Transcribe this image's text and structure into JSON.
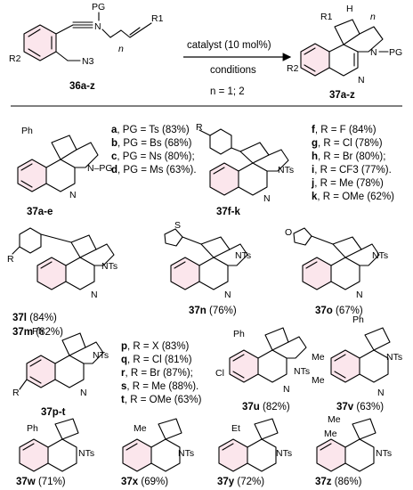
{
  "colors": {
    "ring_highlight": "#fbe6ec",
    "ink": "#000000",
    "background": "#ffffff"
  },
  "scheme": {
    "reactant_label": "36a-z",
    "product_label": "37a-z",
    "arrow_above": "catalyst (10 mol%)",
    "arrow_below": "conditions",
    "n_note": "n = 1; 2",
    "atoms": {
      "PG": "PG",
      "N": "N",
      "N3": "N3",
      "R1": "R1",
      "R2": "R2",
      "n": "n",
      "H": "H"
    }
  },
  "groups": [
    {
      "compound": "37a-e",
      "entries": [
        {
          "letter": "a",
          "text": ", PG = Ts (83%)"
        },
        {
          "letter": "b",
          "text": ", PG = Bs (68%)"
        },
        {
          "letter": "c",
          "text": ", PG = Ns (80%);"
        },
        {
          "letter": "d",
          "text": ", PG = Ms (63%)."
        }
      ]
    },
    {
      "compound": "37f-k",
      "entries": [
        {
          "letter": "f",
          "text": ", R = F (84%)"
        },
        {
          "letter": "g",
          "text": ", R = Cl (78%)"
        },
        {
          "letter": "h",
          "text": ", R = Br (80%);"
        },
        {
          "letter": "i",
          "text": ",  R = CF3 (77%)."
        },
        {
          "letter": "j",
          "text": ",  R = Me (78%)"
        },
        {
          "letter": "k",
          "text": ", R = OMe (62%)"
        }
      ]
    },
    {
      "compound": "37p-t",
      "entries": [
        {
          "letter": "p",
          "text": ", R = X (83%)"
        },
        {
          "letter": "q",
          "text": ", R = Cl (81%)"
        },
        {
          "letter": "r",
          "text": ", R = Br (87%);"
        },
        {
          "letter": "s",
          "text": ", R = Me (88%)."
        },
        {
          "letter": "t",
          "text": ", R = OMe (63%)"
        }
      ]
    }
  ],
  "products": [
    {
      "id": "37l",
      "yield": "(84%)"
    },
    {
      "id": "37m",
      "yield": "(82%)"
    },
    {
      "id": "37n",
      "yield": "(76%)"
    },
    {
      "id": "37o",
      "yield": "(67%)"
    },
    {
      "id": "37u",
      "yield": "(82%)"
    },
    {
      "id": "37v",
      "yield": "(63%)"
    },
    {
      "id": "37w",
      "yield": "(71%)"
    },
    {
      "id": "37x",
      "yield": "(69%)"
    },
    {
      "id": "37y",
      "yield": "(72%)"
    },
    {
      "id": "37z",
      "yield": "(86%)"
    }
  ],
  "substituents": {
    "Ph": "Ph",
    "R": "R",
    "NTs": "NTs",
    "NPG": "N–PG",
    "Cl": "Cl",
    "Me": "Me",
    "Et": "Et",
    "S": "S",
    "O": "O"
  }
}
